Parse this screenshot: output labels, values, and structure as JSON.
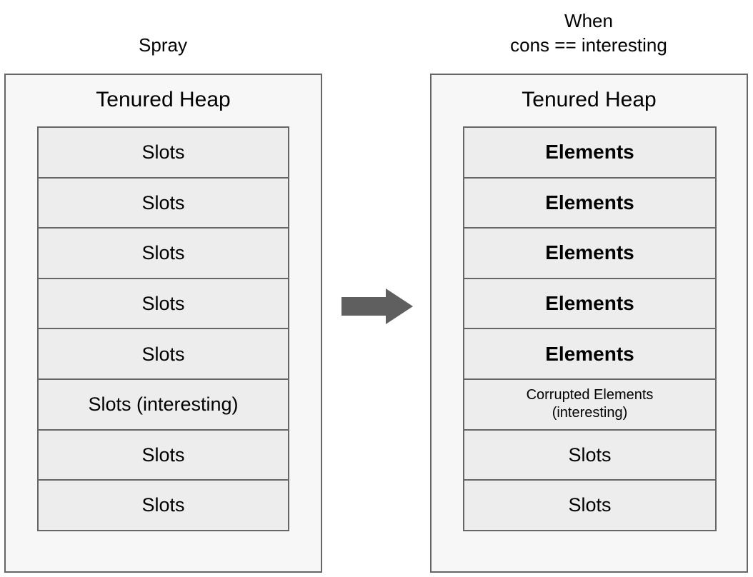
{
  "diagram": {
    "title_left": "Spray",
    "title_right": "When\ncons == interesting",
    "arrow_icon": "right-arrow-icon",
    "arrow_color": "#5f5f5f",
    "panel_fill": "#f7f7f7",
    "row_fill": "#ededed",
    "border_color": "#666666",
    "text_color": "#000000"
  },
  "left_panel": {
    "heading": "Tenured Heap",
    "rows": [
      {
        "label": "Slots",
        "style": "normal"
      },
      {
        "label": "Slots",
        "style": "normal"
      },
      {
        "label": "Slots",
        "style": "normal"
      },
      {
        "label": "Slots",
        "style": "normal"
      },
      {
        "label": "Slots",
        "style": "normal"
      },
      {
        "label": "Slots (interesting)",
        "style": "normal"
      },
      {
        "label": "Slots",
        "style": "normal"
      },
      {
        "label": "Slots",
        "style": "normal"
      }
    ]
  },
  "right_panel": {
    "heading": "Tenured Heap",
    "rows": [
      {
        "label": "Elements",
        "style": "emph"
      },
      {
        "label": "Elements",
        "style": "emph"
      },
      {
        "label": "Elements",
        "style": "emph"
      },
      {
        "label": "Elements",
        "style": "emph"
      },
      {
        "label": "Elements",
        "style": "emph"
      },
      {
        "label": "Corrupted Elements\n(interesting)",
        "style": "small"
      },
      {
        "label": "Slots",
        "style": "normal"
      },
      {
        "label": "Slots",
        "style": "normal"
      }
    ]
  }
}
